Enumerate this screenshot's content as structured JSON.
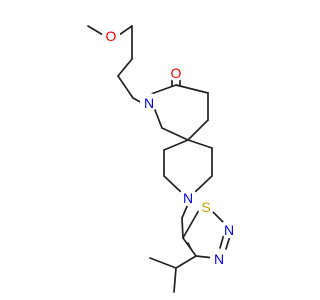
{
  "molecule": {
    "atoms": [
      {
        "name": "atom-oxygen-methoxy",
        "symbol": "O",
        "color": "#ff0000"
      },
      {
        "name": "atom-oxygen-carbonyl",
        "symbol": "O",
        "color": "#ff0000"
      },
      {
        "name": "atom-nitrogen-lactam",
        "symbol": "N",
        "color": "#0000ff"
      },
      {
        "name": "atom-nitrogen-piperidine",
        "symbol": "N",
        "color": "#0000ff"
      },
      {
        "name": "atom-sulfur-thiadiazole",
        "symbol": "S",
        "color": "#c8a000"
      },
      {
        "name": "atom-nitrogen-thiadiazole-1",
        "symbol": "N",
        "color": "#0000ff"
      },
      {
        "name": "atom-nitrogen-thiadiazole-2",
        "symbol": "N",
        "color": "#0000ff"
      }
    ],
    "bond_color": "#222222"
  }
}
